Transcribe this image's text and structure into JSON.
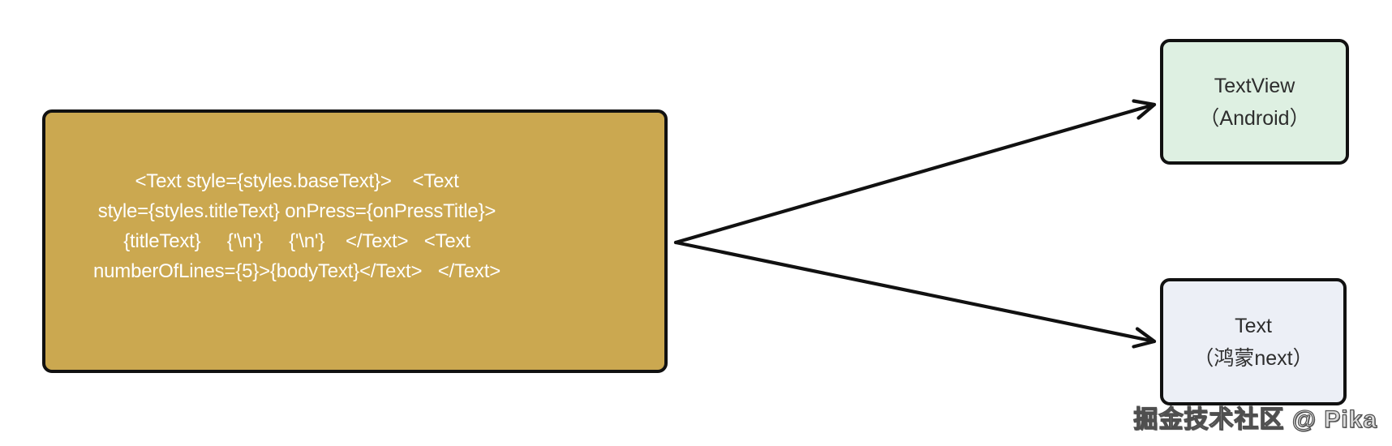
{
  "diagram": {
    "source_node": {
      "id": "react-native-text-code",
      "code": "<Text style={styles.baseText}>    <Text\nstyle={styles.titleText} onPress={onPressTitle}>\n{titleText}     {'\\n'}     {'\\n'}    </Text>   <Text\nnumberOfLines={5}>{bodyText}</Text>   </Text>",
      "fill_color": "#CBA850",
      "text_color": "#FFFFFF"
    },
    "target_nodes": [
      {
        "id": "textview-android",
        "line1": "TextView",
        "line2": "（Android）",
        "fill_color": "#DEF0E2",
        "text_color": "#2D2D2D"
      },
      {
        "id": "text-harmony-next",
        "line1": "Text",
        "line2": "（鸿蒙next）",
        "fill_color": "#ECEFF6",
        "text_color": "#2D2D2D"
      }
    ],
    "edges": [
      {
        "from": "react-native-text-code",
        "to": "textview-android"
      },
      {
        "from": "react-native-text-code",
        "to": "text-harmony-next"
      }
    ],
    "border_color": "#111111",
    "arrow_color": "#111111"
  },
  "watermark": {
    "text": "掘金技术社区 @ Pika"
  }
}
